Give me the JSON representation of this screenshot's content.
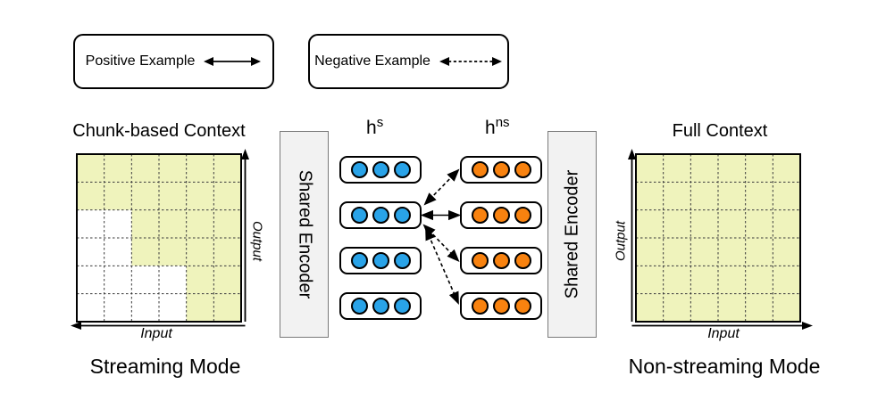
{
  "colors": {
    "grid_fill": "#EFF3BC",
    "blue_dot": "#29A3E8",
    "orange_dot": "#F8820F",
    "encoder_fill": "#F2F2F2",
    "encoder_border": "#7A7A7A",
    "line": "#000000"
  },
  "legend": {
    "positive": {
      "label": "Positive Example",
      "arrow_style": "solid"
    },
    "negative": {
      "label": "Negative Example",
      "arrow_style": "dashed"
    }
  },
  "left_panel": {
    "title": "Chunk-based Context",
    "mode_label": "Streaming Mode",
    "x_axis_label": "Input",
    "y_axis_label": "Output",
    "grid": {
      "rows": 6,
      "cols": 6,
      "shaded": [
        [
          1,
          1,
          1,
          1,
          1,
          1
        ],
        [
          1,
          1,
          1,
          1,
          1,
          1
        ],
        [
          0,
          0,
          1,
          1,
          1,
          1
        ],
        [
          0,
          0,
          1,
          1,
          1,
          1
        ],
        [
          0,
          0,
          0,
          0,
          1,
          1
        ],
        [
          0,
          0,
          0,
          0,
          1,
          1
        ]
      ]
    }
  },
  "right_panel": {
    "title": "Full Context",
    "mode_label": "Non-streaming Mode",
    "x_axis_label": "Input",
    "y_axis_label": "Output",
    "grid": {
      "rows": 6,
      "cols": 6,
      "shaded": [
        [
          1,
          1,
          1,
          1,
          1,
          1
        ],
        [
          1,
          1,
          1,
          1,
          1,
          1
        ],
        [
          1,
          1,
          1,
          1,
          1,
          1
        ],
        [
          1,
          1,
          1,
          1,
          1,
          1
        ],
        [
          1,
          1,
          1,
          1,
          1,
          1
        ],
        [
          1,
          1,
          1,
          1,
          1,
          1
        ]
      ]
    }
  },
  "encoders": {
    "left_label": "Shared Encoder",
    "right_label": "Shared Encoder"
  },
  "embeddings": {
    "streaming": {
      "label_base": "h",
      "label_sup": "s",
      "rows": 4,
      "dots_per_row": 3
    },
    "non_streaming": {
      "label_base": "h",
      "label_sup": "ns",
      "rows": 4,
      "dots_per_row": 3
    }
  },
  "connections": [
    {
      "from_row": 2,
      "to_row": 1,
      "type": "negative"
    },
    {
      "from_row": 2,
      "to_row": 2,
      "type": "positive"
    },
    {
      "from_row": 2,
      "to_row": 3,
      "type": "negative"
    },
    {
      "from_row": 2,
      "to_row": 4,
      "type": "negative"
    }
  ]
}
